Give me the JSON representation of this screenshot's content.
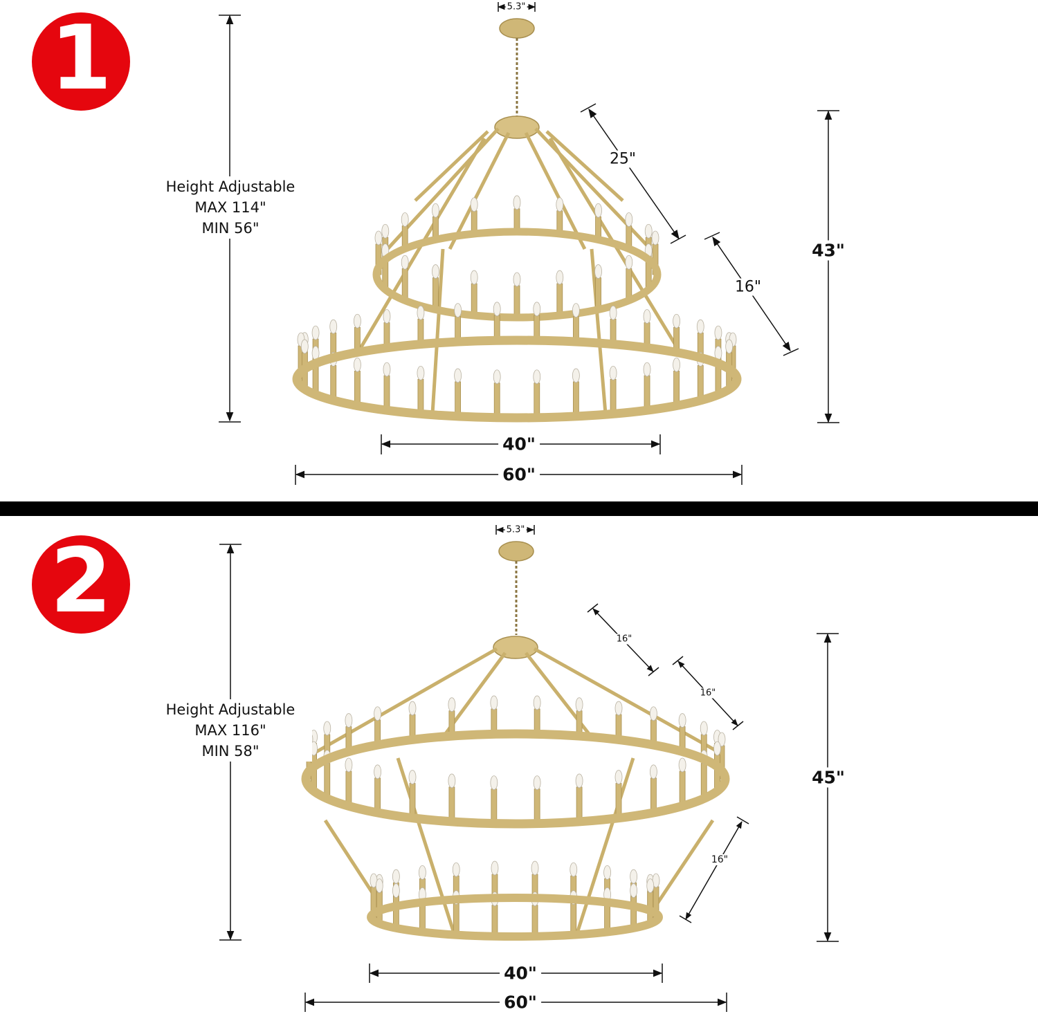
{
  "colors": {
    "badge": "#e5060e",
    "gold": "#cfb777",
    "gold_dark": "#a88f4f",
    "dimension_line": "#111111",
    "divider": "#000000"
  },
  "panels": [
    {
      "badge": "1",
      "canopy": "5.3\"",
      "height": {
        "title": "Height  Adjustable",
        "max": "MAX 114\"",
        "min": "MIN 56\""
      },
      "arm_top": "25\"",
      "arm_bottom": "16\"",
      "overall_height": "43\"",
      "inner_width": "40\"",
      "outer_width": "60\""
    },
    {
      "badge": "2",
      "canopy": "5.3\"",
      "height": {
        "title": "Height  Adjustable",
        "max": "MAX 116\"",
        "min": "MIN 58\""
      },
      "arm_top": "16\"",
      "arm_middle": "16\"",
      "arm_bottom": "16\"",
      "overall_height": "45\"",
      "inner_width": "40\"",
      "outer_width": "60\""
    }
  ]
}
